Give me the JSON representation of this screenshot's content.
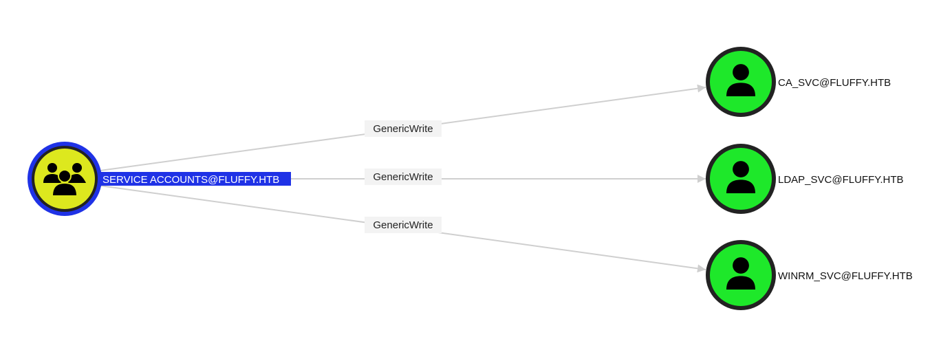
{
  "graph": {
    "source": {
      "label": "SERVICE ACCOUNTS@FLUFFY.HTB",
      "type": "group",
      "icon": "users-icon",
      "fill": "#dde81e",
      "selected": true,
      "selection_color": "#1f32e6"
    },
    "targets": [
      {
        "label": "CA_SVC@FLUFFY.HTB",
        "type": "user",
        "icon": "user-icon",
        "fill": "#1ee82a"
      },
      {
        "label": "LDAP_SVC@FLUFFY.HTB",
        "type": "user",
        "icon": "user-icon",
        "fill": "#1ee82a"
      },
      {
        "label": "WINRM_SVC@FLUFFY.HTB",
        "type": "user",
        "icon": "user-icon",
        "fill": "#1ee82a"
      }
    ],
    "edges": [
      {
        "label": "GenericWrite"
      },
      {
        "label": "GenericWrite"
      },
      {
        "label": "GenericWrite"
      }
    ]
  }
}
